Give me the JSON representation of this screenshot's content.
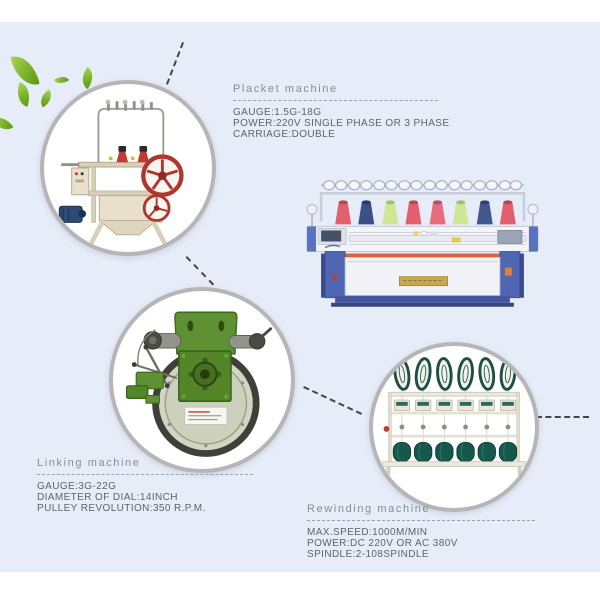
{
  "sections": {
    "placket": {
      "title": "Placket machine",
      "specs": [
        "GAUGE:1.5G-18G",
        "POWER:220V SINGLE PHASE OR 3 PHASE",
        "CARRIAGE:DOUBLE"
      ]
    },
    "linking": {
      "title": "Linking machine",
      "specs": [
        "GAUGE:3G-22G",
        "DIAMETER OF DIAL:14INCH",
        "PULLEY REVOLUTION:350 R.P.M."
      ]
    },
    "rewinding": {
      "title": "Rewinding machine",
      "specs": [
        "MAX.SPEED:1000M/MIN",
        "POWER:DC 220V OR AC 380V",
        "SPINDLE:2-108SPINDLE"
      ]
    }
  },
  "images": {
    "placket_machine_photo": "placket-machine",
    "flat_knitting_machine_photo": "flat-knitting-machine",
    "linking_machine_photo": "linking-machine",
    "rewinding_machine_photo": "rewinding-machine"
  },
  "colors": {
    "panel_bg": "#e7ecf9",
    "circle_ring": "#b6b6b6",
    "title_text": "#878d97",
    "spec_text": "#5d636e",
    "connector_dash": "#41464d",
    "leaf_green": "#76b026",
    "machine_blue": "#5066b2",
    "machine_stripe_orange": "#dc6340",
    "pulley_red": "#b0362d",
    "linking_green": "#548529",
    "rewinder_teal": "#17584d"
  }
}
